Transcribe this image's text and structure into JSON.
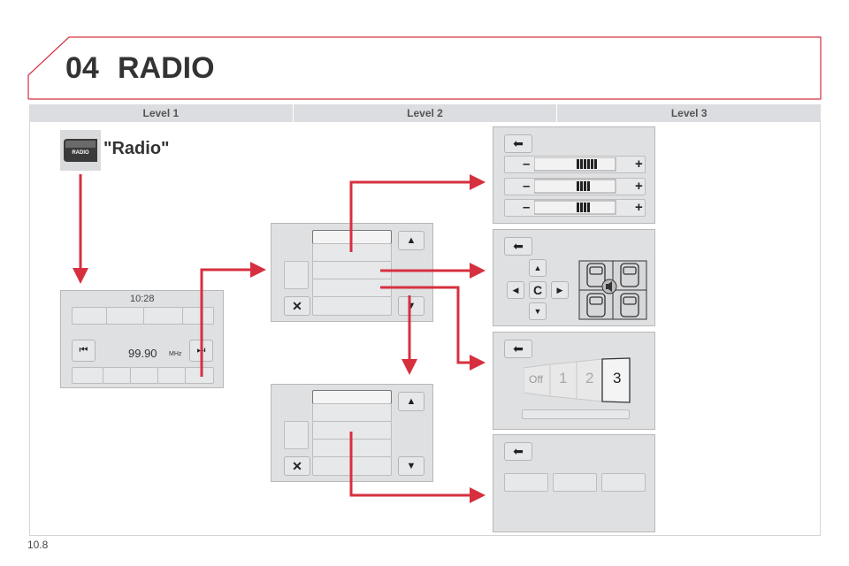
{
  "header": {
    "chapter": "04",
    "title": "RADIO"
  },
  "levels": [
    "Level 1",
    "Level 2",
    "Level 3"
  ],
  "radio_button": {
    "icon_text": "RADIO",
    "label": "\"Radio\""
  },
  "level1_screen": {
    "time": "10:28",
    "frequency": "99.90",
    "unit": "MHz"
  },
  "level3_fade": {
    "off": "Off",
    "s1": "1",
    "s2": "2",
    "s3": "3"
  },
  "level3_balance": {
    "center": "C"
  },
  "level3_audio": {
    "minus": "–",
    "plus": "+"
  },
  "footer": {
    "page": "10.8"
  },
  "colors": {
    "arrow": "#d6303f",
    "panel": "#dfe0e2"
  }
}
